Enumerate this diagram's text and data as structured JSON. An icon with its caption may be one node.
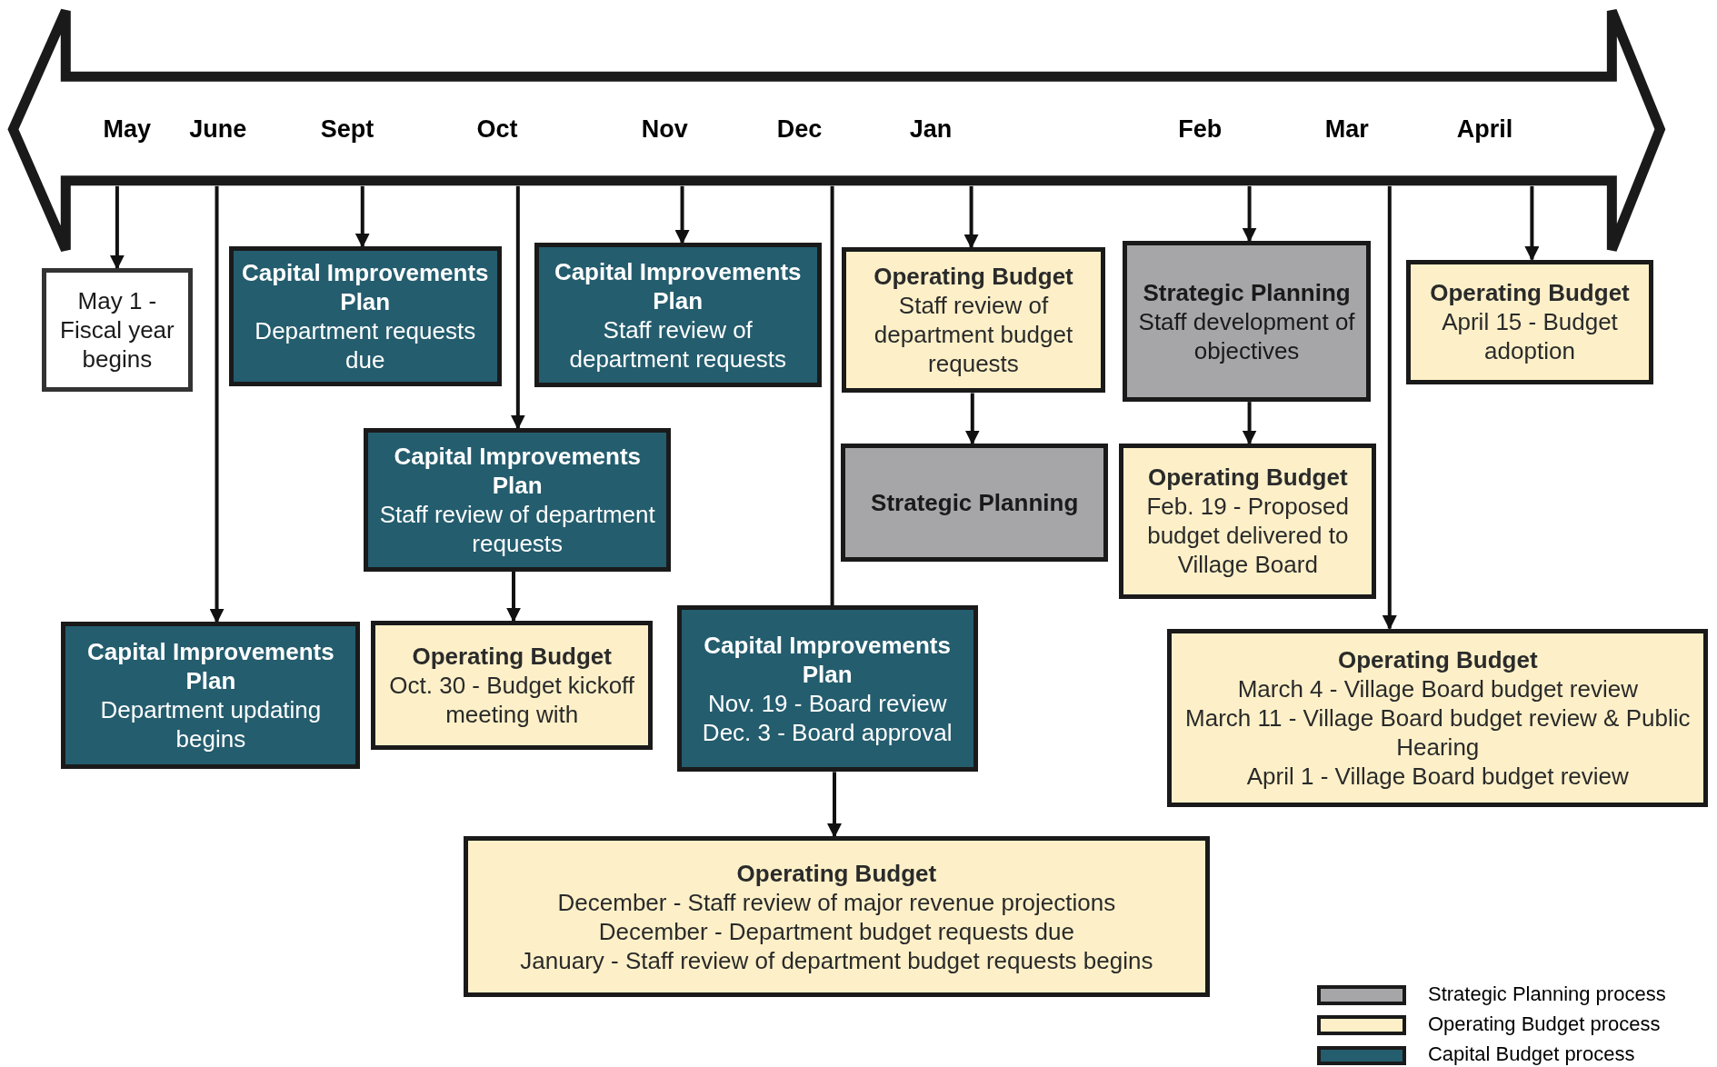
{
  "diagram": {
    "nodes": [
      {
        "text": [
          "May",
          "June",
          "Sept",
          "Oct",
          "Nov",
          "Dec",
          "Jan",
          "Feb",
          "Mar",
          "April"
        ]
      },
      {
        "text": [
          "May 1 - Fiscal year begins"
        ]
      },
      {
        "text": [
          "Capital Improvements Plan",
          "Department requests due"
        ]
      },
      {
        "text": [
          "Capital Improvements Plan",
          "Staff review of department requests"
        ]
      },
      {
        "text": [
          "Operating Budget",
          "Staff review of department budget requests"
        ]
      },
      {
        "text": [
          "Strategic Planning",
          "Staff development of objectives"
        ]
      },
      {
        "text": [
          "Operating Budget",
          "April 15 - Budget adoption"
        ]
      },
      {
        "text": [
          "Capital Improvements Plan",
          "Staff review of department requests"
        ]
      },
      {
        "text": [
          "Strategic Planning"
        ]
      },
      {
        "text": [
          "Operating Budget",
          "Feb. 19 - Proposed budget delivered to Village Board"
        ]
      },
      {
        "text": [
          "Capital Improvements Plan",
          "Department updating begins"
        ]
      },
      {
        "text": [
          "Operating Budget",
          "Oct. 30 - Budget kickoff meeting with"
        ]
      },
      {
        "text": [
          "Capital Improvements Plan",
          "Nov. 19 - Board review",
          "Dec. 3 - Board approval"
        ]
      },
      {
        "text": [
          "Operating Budget",
          "March 4 - Village Board budget review",
          "March 11 - Village Board budget review & Public Hearing",
          "April 1 - Village Board budget review"
        ]
      },
      {
        "text": [
          "Operating Budget",
          "December - Staff review of major revenue projections",
          "December - Department budget requests due",
          "January - Staff review of department budget requests begins"
        ]
      }
    ],
    "edges": [
      {
        "from": 0,
        "to": 1,
        "arrow": "to"
      },
      {
        "from": 0,
        "to": 10,
        "arrow": "to"
      },
      {
        "from": 0,
        "to": 2,
        "arrow": "to"
      },
      {
        "from": 0,
        "to": 7,
        "arrow": "to"
      },
      {
        "from": 0,
        "to": 3,
        "arrow": "to"
      },
      {
        "from": 0,
        "to": 12,
        "arrow": "none"
      },
      {
        "from": 0,
        "to": 4,
        "arrow": "to"
      },
      {
        "from": 0,
        "to": 5,
        "arrow": "to"
      },
      {
        "from": 0,
        "to": 13,
        "arrow": "to"
      },
      {
        "from": 0,
        "to": 6,
        "arrow": "to"
      },
      {
        "from": 4,
        "to": 8,
        "arrow": "to"
      },
      {
        "from": 5,
        "to": 9,
        "arrow": "to"
      },
      {
        "from": 7,
        "to": 11,
        "arrow": "to"
      },
      {
        "from": 12,
        "to": 14,
        "arrow": "to"
      }
    ],
    "legend": [
      {
        "text": "Strategic Planning process",
        "color": "#a6a6a8"
      },
      {
        "text": "Operating Budget process",
        "color": "#fdf0c8"
      },
      {
        "text": "Capital Budget process",
        "color": "#245d6e"
      }
    ]
  }
}
